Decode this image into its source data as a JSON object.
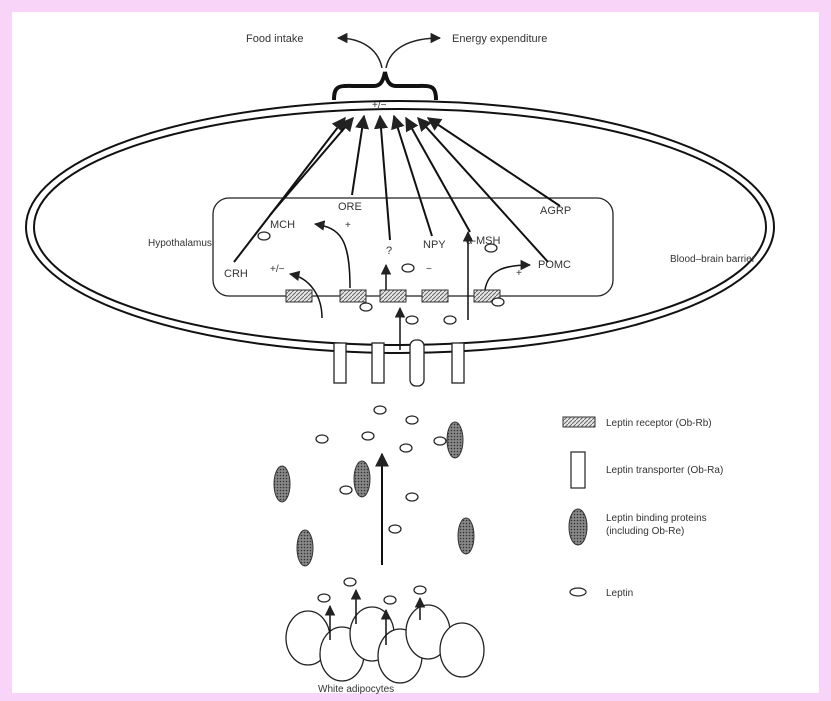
{
  "labels": {
    "food_intake": "Food intake",
    "energy_expenditure": "Energy expenditure",
    "plus_minus_top": "+/−",
    "hypothalamus": "Hypothalamus",
    "blood_brain_barrier": "Blood–brain barrier",
    "mch": "MCH",
    "ore": "ORE",
    "ore_sign": "+",
    "unknown": "?",
    "npy": "NPY",
    "npy_sign": "−",
    "a_msh": "α-MSH",
    "agrp": "AGRP",
    "crh": "CRH",
    "crh_sign": "+/−",
    "pomc": "POMC",
    "pomc_sign": "+",
    "white_adipocytes": "White adipocytes"
  },
  "legend": {
    "receptor": "Leptin receptor (Ob-Rb)",
    "transporter": "Leptin transporter (Ob-Ra)",
    "binding_line1": "Leptin binding proteins",
    "binding_line2": "(including Ob-Re)",
    "leptin": "Leptin"
  },
  "colors": {
    "background": "#f9d4f9",
    "panel": "#ffffff",
    "ink": "#333333"
  }
}
